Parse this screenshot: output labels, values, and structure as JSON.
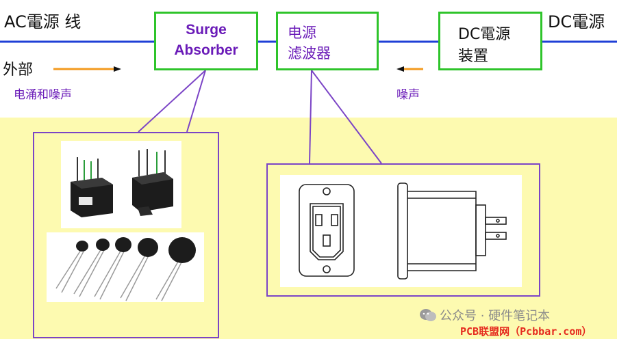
{
  "diagram": {
    "ac_line_label": "AC電源 线",
    "dc_line_label": "DC電源",
    "external_label": "外部",
    "surge_noise_label": "电涌和噪声",
    "noise_label": "噪声",
    "surge_box": {
      "line1": "Surge",
      "line2": "Absorber"
    },
    "filter_box": {
      "line1": "电源",
      "line2": "滤波器"
    },
    "dc_box": {
      "line1": "DC電源",
      "line2": "装置"
    }
  },
  "watermark": {
    "account": "公众号 · 硬件笔记本",
    "site": "PCB联盟网（Pcbbar.com）"
  },
  "colors": {
    "line_blue": "#1f3fd6",
    "box_green": "#2ec42a",
    "label_purple": "#6a1bb8",
    "connector_purple": "#7b44c6",
    "arrow_orange": "#f39a1e",
    "panel_yellow": "#fdfab0"
  }
}
